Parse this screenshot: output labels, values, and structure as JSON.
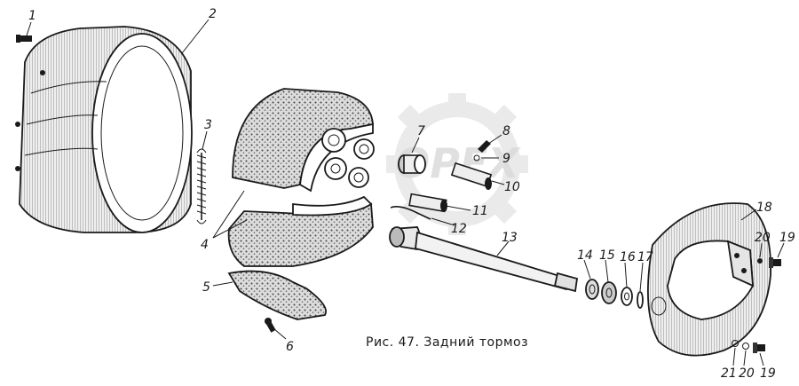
{
  "caption": "Рис. 47. Задний тормоз",
  "watermark": "OPEX",
  "callouts": {
    "n1": "1",
    "n2": "2",
    "n3": "3",
    "n4": "4",
    "n5": "5",
    "n6": "6",
    "n7": "7",
    "n8": "8",
    "n9": "9",
    "n10": "10",
    "n11": "11",
    "n12": "12",
    "n13": "13",
    "n14": "14",
    "n15": "15",
    "n16": "16",
    "n17": "17",
    "n18": "18",
    "n19a": "19",
    "n19b": "19",
    "n20a": "20",
    "n20b": "20",
    "n21": "21"
  },
  "colors": {
    "ink": "#1a1a1a",
    "paper": "#ffffff",
    "watermark": "#d9d9d9",
    "lining": "#bcbcbc"
  }
}
